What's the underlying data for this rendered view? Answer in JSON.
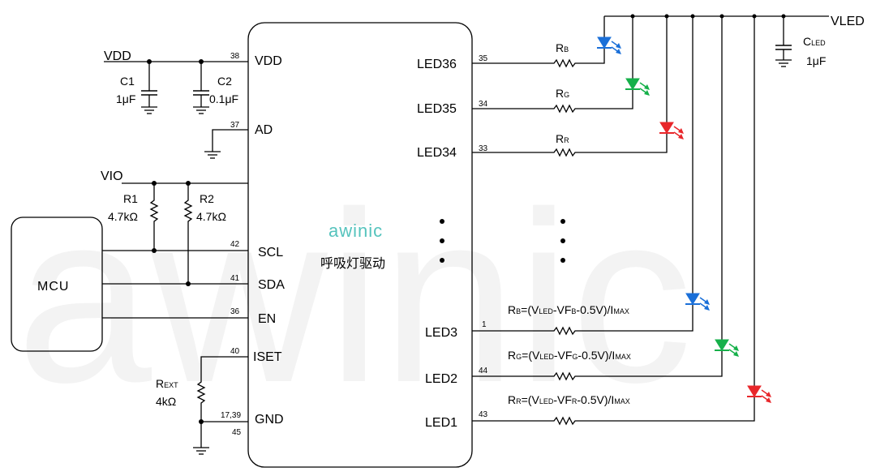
{
  "watermark": "awinic",
  "chip": {
    "brand": "awinic",
    "subtitle": "呼吸灯驱动",
    "left_pins": [
      {
        "name": "VDD",
        "num": "38"
      },
      {
        "name": "AD",
        "num": "37"
      },
      {
        "name": "SCL",
        "num": "42"
      },
      {
        "name": "SDA",
        "num": "41"
      },
      {
        "name": "EN",
        "num": "36"
      },
      {
        "name": "ISET",
        "num": "40"
      },
      {
        "name": "GND",
        "num": "17,39",
        "num2": "45"
      }
    ],
    "right_pins": [
      {
        "name": "LED36",
        "num": "35"
      },
      {
        "name": "LED35",
        "num": "34"
      },
      {
        "name": "LED34",
        "num": "33"
      },
      {
        "name": "LED3",
        "num": "1"
      },
      {
        "name": "LED2",
        "num": "44"
      },
      {
        "name": "LED1",
        "num": "43"
      }
    ]
  },
  "mcu": {
    "label": "MCU"
  },
  "nets": {
    "vdd": "VDD",
    "vio": "VIO",
    "vled": "VLED"
  },
  "caps": {
    "c1": {
      "name": "C1",
      "value": "1μF"
    },
    "c2": {
      "name": "C2",
      "value": "0.1μF"
    },
    "cled": {
      "name": "C",
      "sub": "LED",
      "value": "1μF"
    }
  },
  "resistors": {
    "r1": {
      "name": "R1",
      "value": "4.7kΩ"
    },
    "r2": {
      "name": "R2",
      "value": "4.7kΩ"
    },
    "rext": {
      "name": "R",
      "sub": "EXT",
      "value": "4kΩ"
    },
    "rb": {
      "name": "R",
      "sub": "B"
    },
    "rg": {
      "name": "R",
      "sub": "G"
    },
    "rr": {
      "name": "R",
      "sub": "R"
    }
  },
  "formulas": {
    "b": {
      "p1": "R",
      "s1": "B",
      "p2": "=(V",
      "s2": "LED",
      "p3": "-VF",
      "s3": "B",
      "p4": "-0.5V)/I",
      "s4": "MAX"
    },
    "g": {
      "p1": "R",
      "s1": "G",
      "p2": "=(V",
      "s2": "LED",
      "p3": "-VF",
      "s3": "G",
      "p4": "-0.5V)/I",
      "s4": "MAX"
    },
    "r": {
      "p1": "R",
      "s1": "R",
      "p2": "=(V",
      "s2": "LED",
      "p3": "-VF",
      "s3": "R",
      "p4": "-0.5V)/I",
      "s4": "MAX"
    }
  },
  "colors": {
    "led_blue": "#1a6fd8",
    "led_green": "#16b04a",
    "led_red": "#e8262a",
    "brand": "#55c3bd"
  }
}
